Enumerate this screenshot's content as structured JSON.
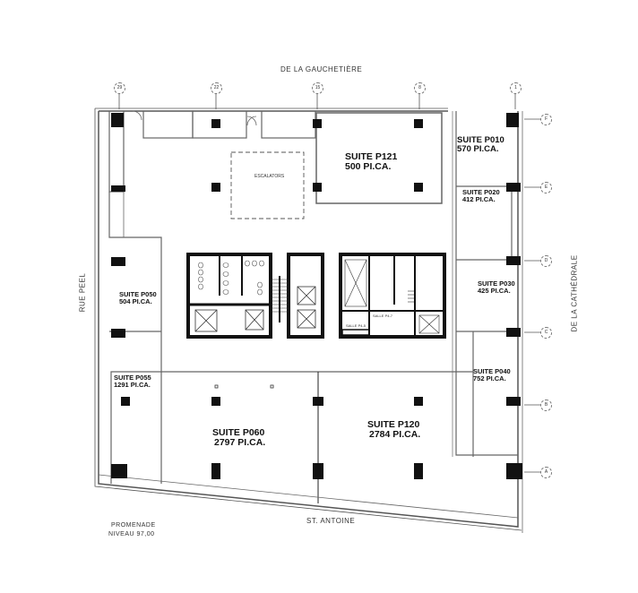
{
  "drawing": {
    "streets": {
      "north": "DE LA GAUCHETIÈRE",
      "south": "ST. ANTOINE",
      "west": "RUE PEEL",
      "east": "DE LA CATHÉDRALE"
    },
    "level_note": {
      "line1": "PROMENADE",
      "line2": "NIVEAU 97,00"
    },
    "grid_columns": [
      "29",
      "22",
      "15",
      "8",
      "1"
    ],
    "grid_rows": [
      "F",
      "E",
      "D",
      "C",
      "B",
      "A"
    ],
    "escalators_label": "ESCALATORS",
    "service_rooms": [
      "SALLE P4-5",
      "SALLE P4-7"
    ],
    "suites": [
      {
        "id": "P121",
        "name": "SUITE P121",
        "area": "500 PI.CA."
      },
      {
        "id": "P010",
        "name": "SUITE P010",
        "area": "570 PI.CA."
      },
      {
        "id": "P020",
        "name": "SUITE P020",
        "area": "412 PI.CA."
      },
      {
        "id": "P030",
        "name": "SUITE P030",
        "area": "425 PI.CA."
      },
      {
        "id": "P040",
        "name": "SUITE P040",
        "area": "752 PI.CA."
      },
      {
        "id": "P050",
        "name": "SUITE P050",
        "area": "504 PI.CA."
      },
      {
        "id": "P055",
        "name": "SUITE P055",
        "area": "1291 PI.CA."
      },
      {
        "id": "P060",
        "name": "SUITE P060",
        "area": "2797 PI.CA."
      },
      {
        "id": "P120",
        "name": "SUITE P120",
        "area": "2784 PI.CA."
      }
    ]
  }
}
